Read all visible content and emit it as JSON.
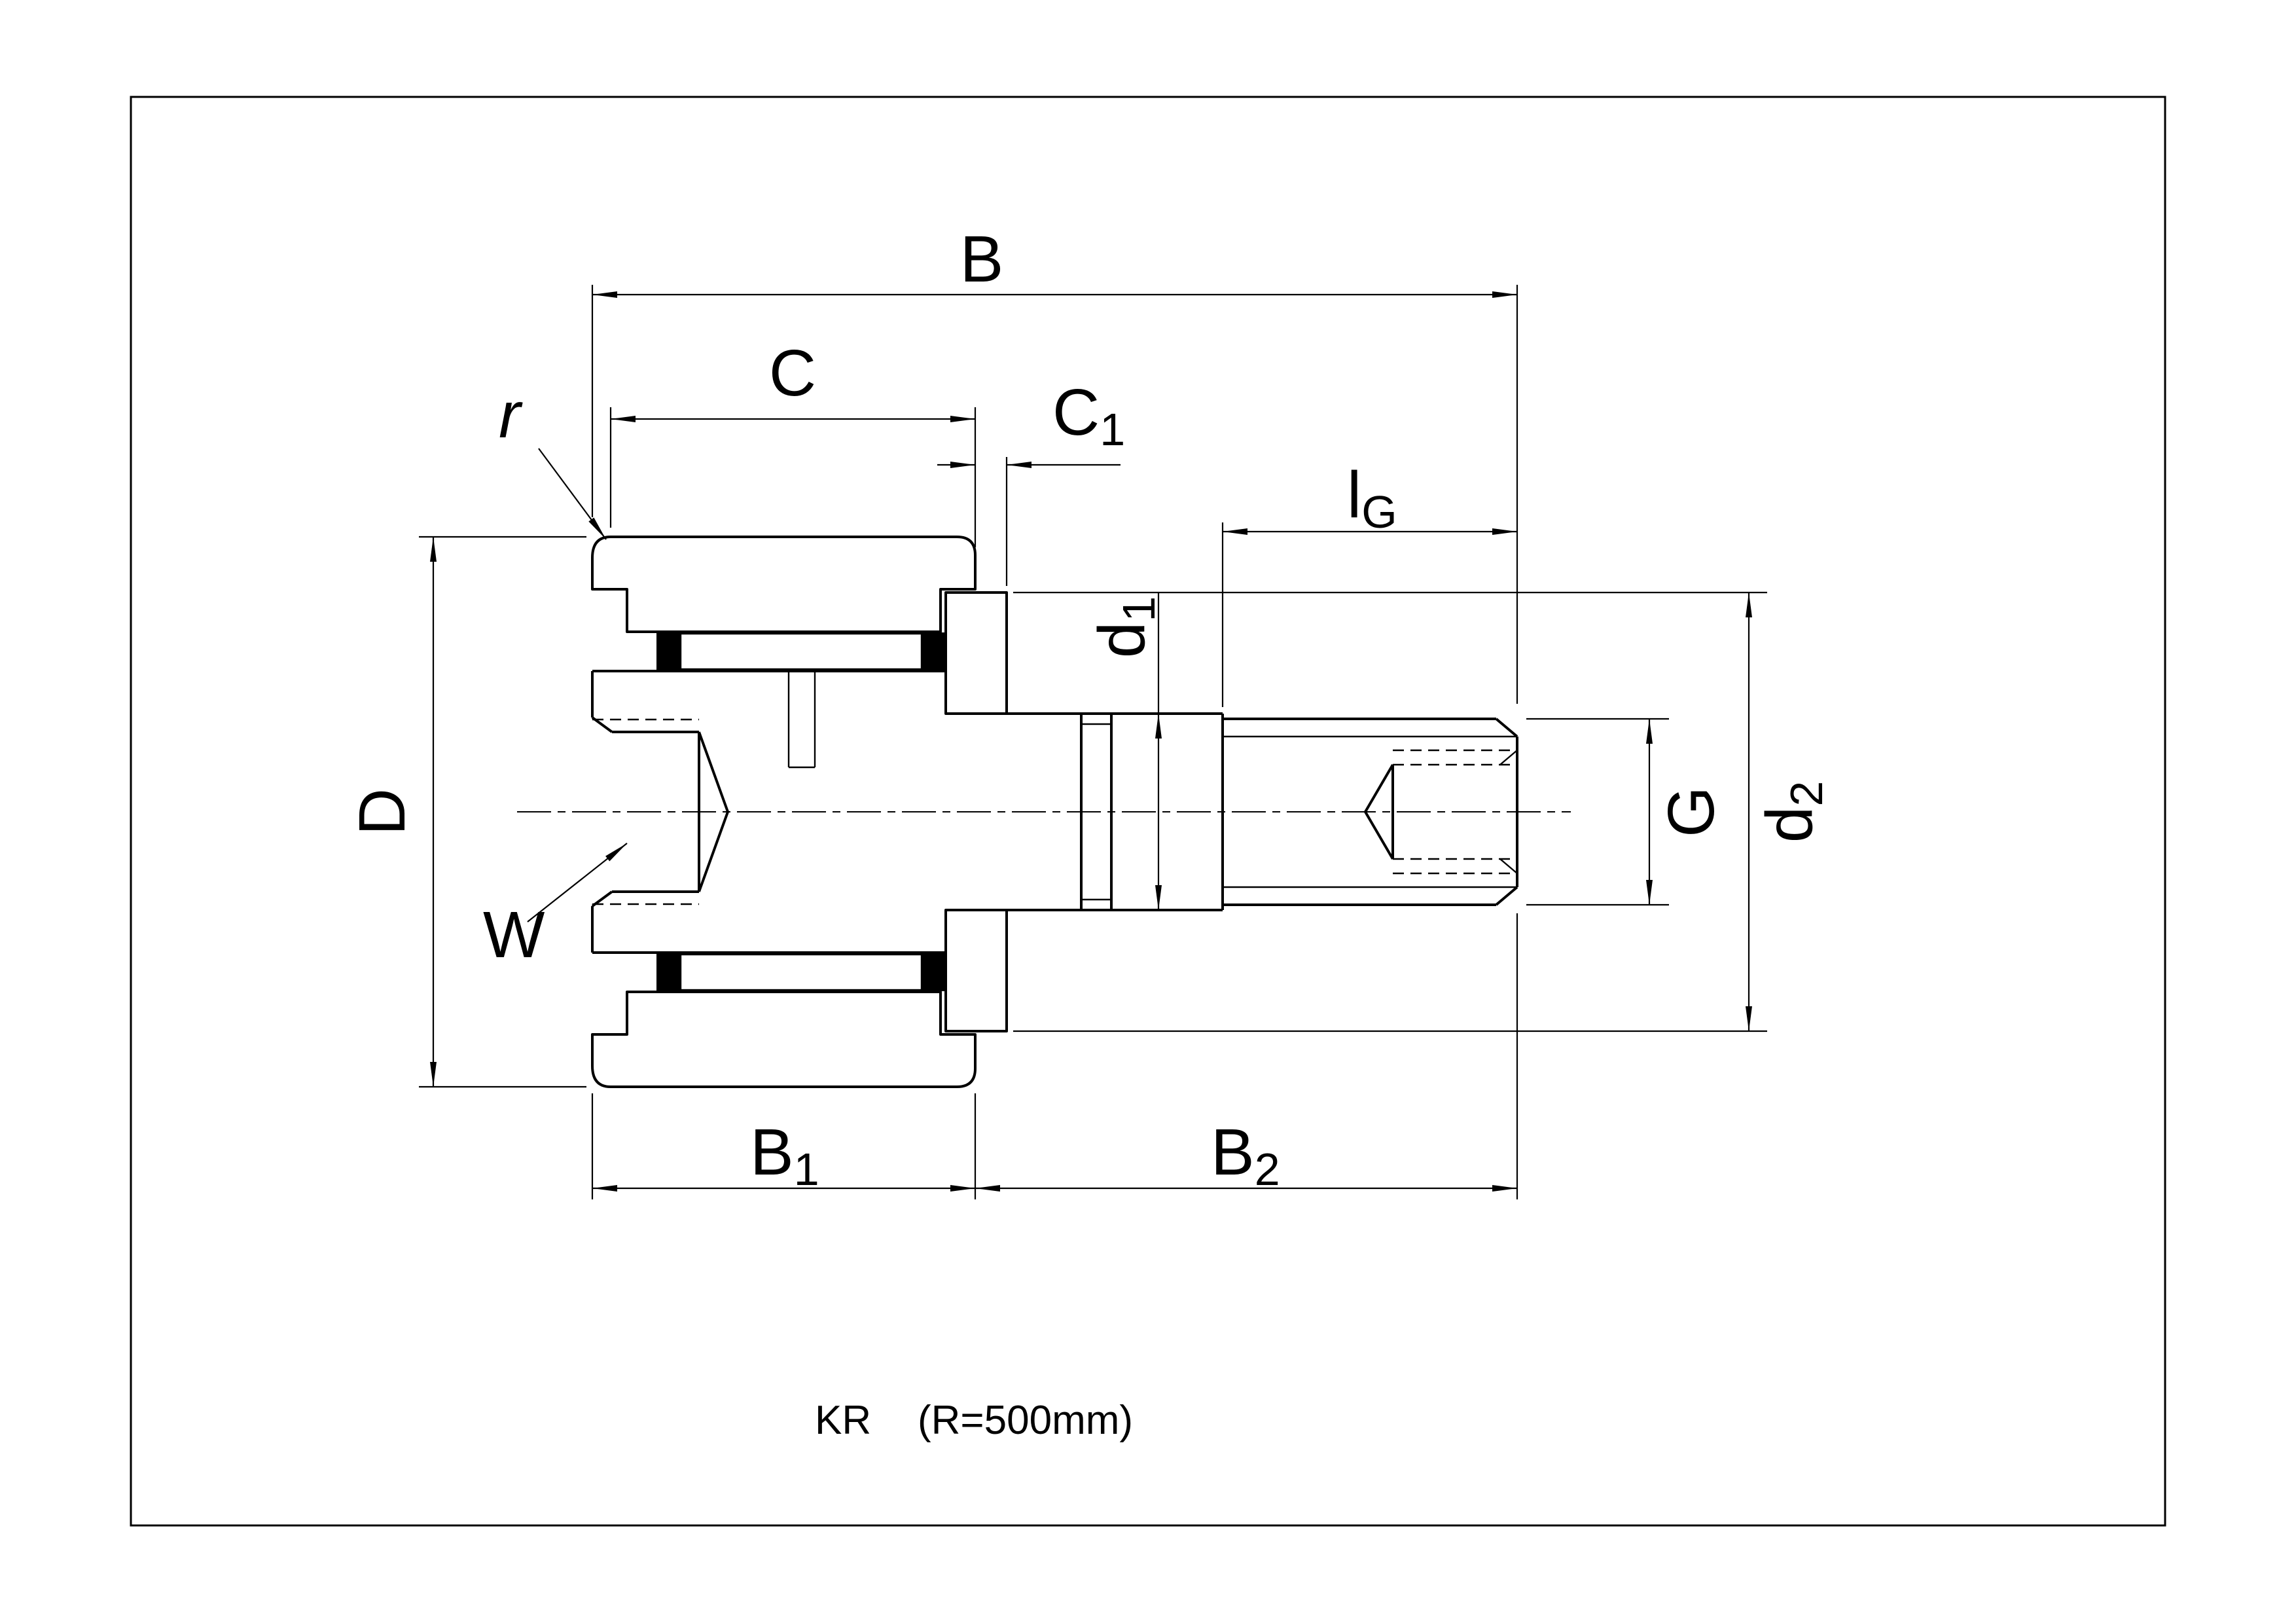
{
  "drawing": {
    "type": "technical-section-cam-follower",
    "caption_code": "KR",
    "caption_note": "(R=500mm)",
    "dimension_labels": {
      "B": "B",
      "C": "C",
      "C1": {
        "main": "C",
        "sub": "1"
      },
      "lG": {
        "main": "l",
        "sub": "G"
      },
      "d1": {
        "main": "d",
        "sub": "1"
      },
      "d2": {
        "main": "d",
        "sub": "2"
      },
      "G": "G",
      "D": "D",
      "B1": {
        "main": "B",
        "sub": "1"
      },
      "B2": {
        "main": "B",
        "sub": "2"
      },
      "r": "r",
      "W": "W"
    }
  }
}
